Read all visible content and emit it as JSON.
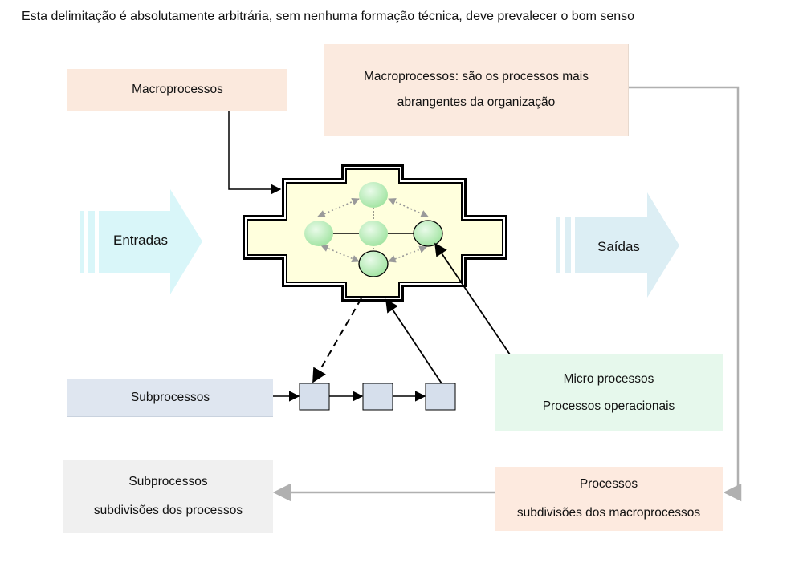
{
  "caption": "Esta delimitação é absolutamente arbitrária, sem nenhuma formação técnica, deve prevalecer o bom senso",
  "boxes": {
    "macro": "Macroprocessos",
    "macro_def_1": "Macroprocessos:  são os processos mais",
    "macro_def_2": "abrangentes da organização",
    "sub": "Subprocessos",
    "micro_1": "Micro processos",
    "micro_2": "Processos operacionais",
    "sub_def_1": "Subprocessos",
    "sub_def_2": "subdivisões dos processos",
    "proc_1": "Processos",
    "proc_2": "subdivisões dos macroprocessos"
  },
  "arrows": {
    "in": "Entradas",
    "out": "Saídas"
  },
  "colors": {
    "entradas_fill": "#d9f6f9",
    "saidas_fill": "#dceef4",
    "cross_fill": "#ffffdd",
    "node_fill": "#c6f0c6",
    "square_fill": "#d6dfec"
  }
}
